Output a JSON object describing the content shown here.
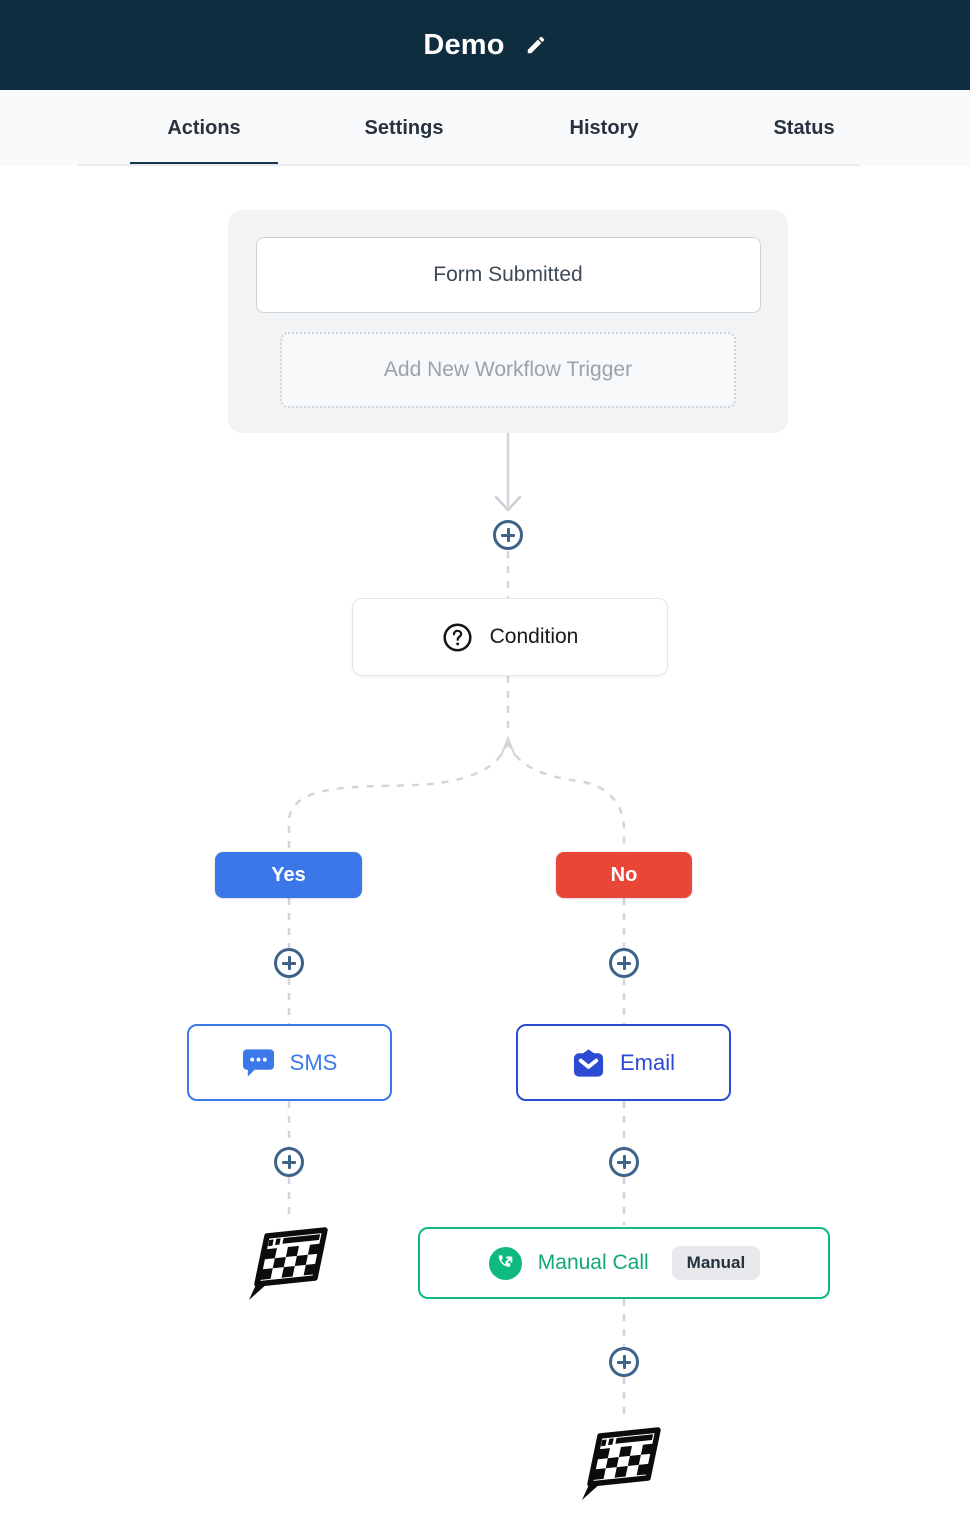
{
  "header": {
    "title": "Demo"
  },
  "tabs": {
    "items": [
      {
        "label": "Actions",
        "active": true
      },
      {
        "label": "Settings",
        "active": false
      },
      {
        "label": "History",
        "active": false
      },
      {
        "label": "Status",
        "active": false
      }
    ]
  },
  "trigger": {
    "title": "Form Submitted",
    "add_label": "Add New Workflow Trigger"
  },
  "condition": {
    "label": "Condition"
  },
  "branches": {
    "yes_label": "Yes",
    "no_label": "No"
  },
  "nodes": {
    "sms": {
      "label": "SMS"
    },
    "email": {
      "label": "Email"
    },
    "manual_call": {
      "label": "Manual Call",
      "badge": "Manual"
    }
  },
  "icons": {
    "edit": "pencil-icon",
    "condition": "question-circle-icon",
    "sms": "chat-bubble-icon",
    "email": "envelope-icon",
    "manual_call": "phone-outgoing-icon",
    "add_step": "plus-circle-icon",
    "end": "checkered-flag-icon"
  },
  "colors": {
    "header_bg": "#0e2d3e",
    "active_tab_underline": "#14354a",
    "yes": "#3b77e8",
    "no": "#e94638",
    "sms": "#3b79e8",
    "email": "#2b4bd3",
    "manual_call": "#10b981",
    "plus_circle": "#3e6389",
    "connector": "#d2d6da"
  }
}
